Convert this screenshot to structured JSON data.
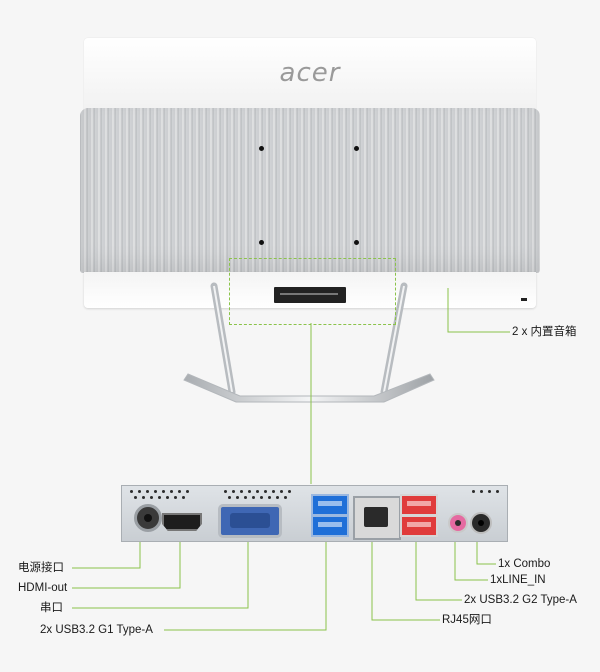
{
  "brand": {
    "logo_text": "acer"
  },
  "callouts": {
    "speakers": "2 x 内置音箱",
    "power_port": "电源接口",
    "hdmi": "HDMI-out",
    "serial": "串口",
    "usb_g1": "2x USB3.2 G1 Type-A",
    "combo": "1x Combo",
    "line_in": "1xLINE_IN",
    "usb_g2": "2x USB3.2 G2 Type-A",
    "rj45": "RJ45网口"
  },
  "colors": {
    "callout_line": "#8bc34a",
    "usb_g1": "#1f6fd8",
    "usb_g2": "#e03b3b",
    "serial": "#3f67b4",
    "line_in": "#e56aa1"
  }
}
